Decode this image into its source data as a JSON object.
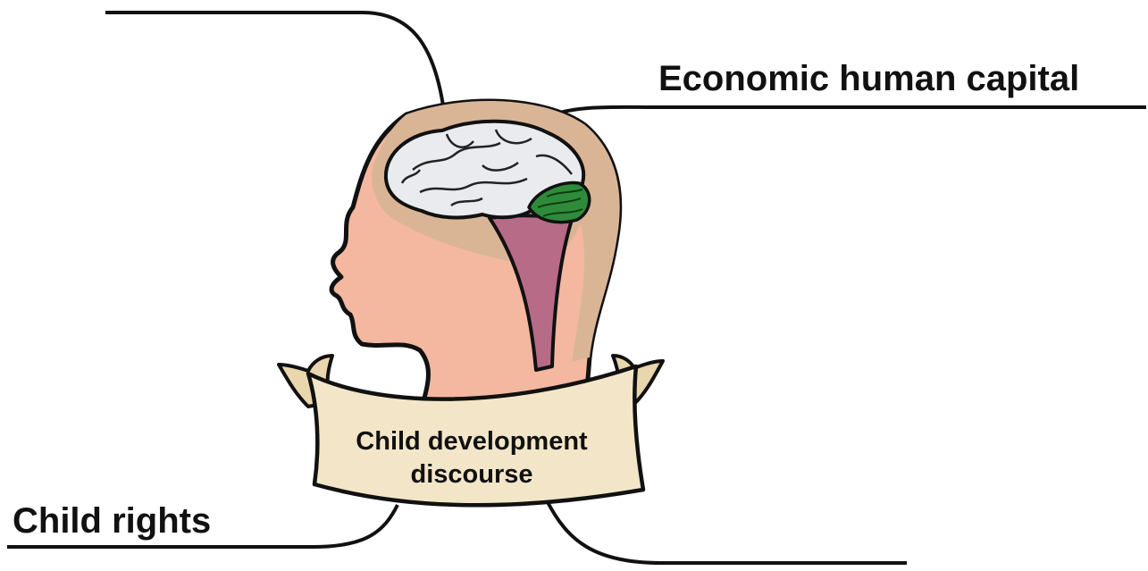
{
  "diagram": {
    "center": {
      "title_line1": "Child development",
      "title_line2": "discourse"
    },
    "branches": {
      "top_right": "Economic human capital",
      "bottom_left": "Child rights",
      "top_left": "",
      "bottom_right": ""
    },
    "colors": {
      "line": "#111111",
      "skin": "#f4b7a0",
      "hair": "#d9b596",
      "brain": "#e9ebef",
      "cerebellum": "#2e8b3a",
      "brainstem": "#b86b86",
      "banner": "#f3e6c8",
      "banner_fold": "#e9d6ad"
    }
  }
}
